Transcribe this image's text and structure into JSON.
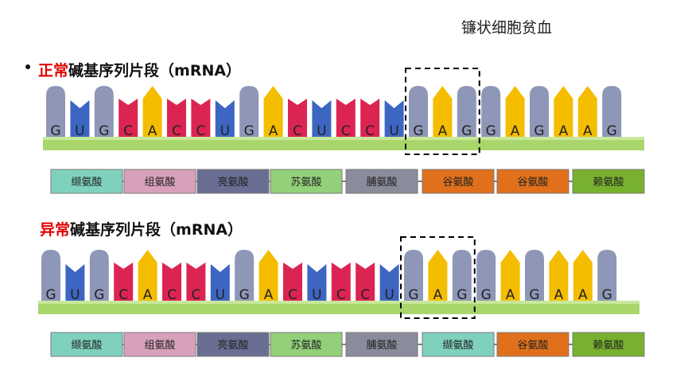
{
  "title": "镰状细胞贫血",
  "normal": {
    "highlight": "正常",
    "heading_rest": "碱基序列片段（mRNA）",
    "bases": [
      "G",
      "U",
      "G",
      "C",
      "A",
      "C",
      "C",
      "U",
      "G",
      "A",
      "C",
      "U",
      "C",
      "C",
      "U",
      "G",
      "A",
      "G",
      "G",
      "A",
      "G",
      "A",
      "A",
      "G"
    ],
    "amino_acids": [
      {
        "name": "缬氨酸",
        "color": "#7fd1bd"
      },
      {
        "name": "组氨酸",
        "color": "#d7a1bb"
      },
      {
        "name": "亮氨酸",
        "color": "#6a6e93"
      },
      {
        "name": "苏氨酸",
        "color": "#93d07a"
      },
      {
        "name": "脯氨酸",
        "color": "#8a8b9b"
      },
      {
        "name": "谷氨酸",
        "color": "#e0701c"
      },
      {
        "name": "谷氨酸",
        "color": "#e0701c"
      },
      {
        "name": "赖氨酸",
        "color": "#78b12e"
      }
    ]
  },
  "abnormal": {
    "highlight": "异常",
    "heading_rest": "碱基序列片段（mRNA）",
    "bases": [
      "G",
      "U",
      "G",
      "C",
      "A",
      "C",
      "C",
      "U",
      "G",
      "A",
      "C",
      "U",
      "C",
      "C",
      "U",
      "G",
      "A",
      "G",
      "G",
      "A",
      "G",
      "A",
      "A",
      "G"
    ],
    "amino_acids": [
      {
        "name": "缬氨酸",
        "color": "#7fd1bd"
      },
      {
        "name": "组氨酸",
        "color": "#d7a1bb"
      },
      {
        "name": "亮氨酸",
        "color": "#6a6e93"
      },
      {
        "name": "苏氨酸",
        "color": "#93d07a"
      },
      {
        "name": "脯氨酸",
        "color": "#8a8b9b"
      },
      {
        "name": "缬氨酸",
        "color": "#7fd1bd"
      },
      {
        "name": "谷氨酸",
        "color": "#e0701c"
      },
      {
        "name": "赖氨酸",
        "color": "#78b12e"
      }
    ]
  },
  "base_colors": {
    "G": "#8e97b7",
    "U": "#3d66c3",
    "C": "#dc2452",
    "A": "#f4bd00"
  }
}
